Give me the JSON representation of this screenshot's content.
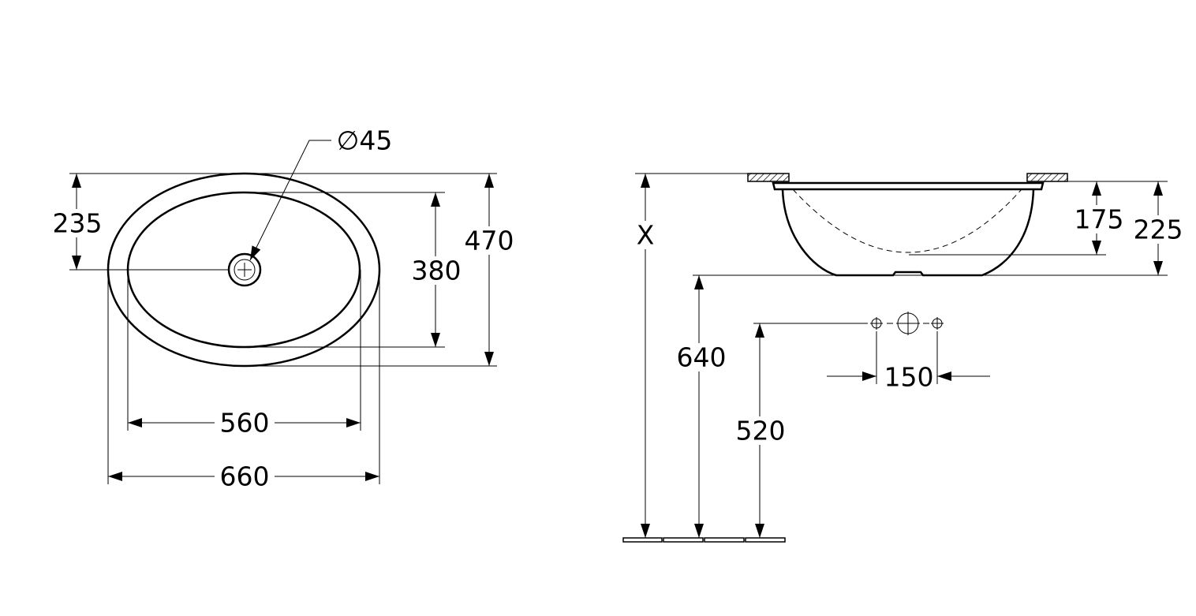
{
  "top_view": {
    "drain_diameter": "∅45",
    "height_to_drain": "235",
    "inner_length": "560",
    "outer_length": "660",
    "inner_width": "380",
    "outer_width": "470"
  },
  "side_view": {
    "install_height": "X",
    "bowl_depth": "175",
    "total_depth": "225",
    "bottom_height": "640",
    "tap_height": "520",
    "tap_spacing": "150"
  },
  "colors": {
    "line": "#000000",
    "background": "#ffffff"
  }
}
